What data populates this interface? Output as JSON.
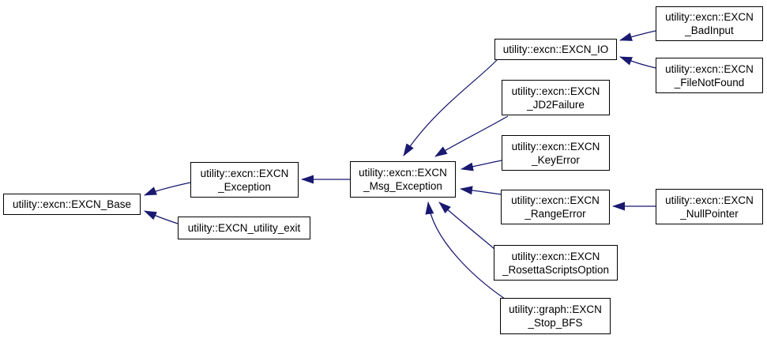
{
  "diagram_type": "class-inheritance-graph",
  "colors": {
    "arrow": "#191970",
    "node_border": "#000000",
    "node_fill": "#ffffff",
    "text": "#000000",
    "background": "#ffffff"
  },
  "nodes": [
    {
      "id": "excn-base",
      "label": "utility::excn::EXCN_Base"
    },
    {
      "id": "excn-exception",
      "label": "utility::excn::EXCN\n_Exception"
    },
    {
      "id": "excn-utility-exit",
      "label": "utility::EXCN_utility_exit"
    },
    {
      "id": "excn-msg-exception",
      "label": "utility::excn::EXCN\n_Msg_Exception"
    },
    {
      "id": "excn-io",
      "label": "utility::excn::EXCN_IO"
    },
    {
      "id": "excn-badinput",
      "label": "utility::excn::EXCN\n_BadInput"
    },
    {
      "id": "excn-filenotfound",
      "label": "utility::excn::EXCN\n_FileNotFound"
    },
    {
      "id": "excn-jd2failure",
      "label": "utility::excn::EXCN\n_JD2Failure"
    },
    {
      "id": "excn-keyerror",
      "label": "utility::excn::EXCN\n_KeyError"
    },
    {
      "id": "excn-rangeerror",
      "label": "utility::excn::EXCN\n_RangeError"
    },
    {
      "id": "excn-nullpointer",
      "label": "utility::excn::EXCN\n_NullPointer"
    },
    {
      "id": "excn-rosettascriptsoption",
      "label": "utility::excn::EXCN\n_RosettaScriptsOption"
    },
    {
      "id": "graph-excn-stop-bfs",
      "label": "utility::graph::EXCN\n_Stop_BFS"
    }
  ],
  "edges": [
    {
      "from": "excn-exception",
      "to": "excn-base"
    },
    {
      "from": "excn-utility-exit",
      "to": "excn-base"
    },
    {
      "from": "excn-msg-exception",
      "to": "excn-exception"
    },
    {
      "from": "excn-io",
      "to": "excn-msg-exception"
    },
    {
      "from": "excn-jd2failure",
      "to": "excn-msg-exception"
    },
    {
      "from": "excn-keyerror",
      "to": "excn-msg-exception"
    },
    {
      "from": "excn-rangeerror",
      "to": "excn-msg-exception"
    },
    {
      "from": "excn-rosettascriptsoption",
      "to": "excn-msg-exception"
    },
    {
      "from": "graph-excn-stop-bfs",
      "to": "excn-msg-exception"
    },
    {
      "from": "excn-badinput",
      "to": "excn-io"
    },
    {
      "from": "excn-filenotfound",
      "to": "excn-io"
    },
    {
      "from": "excn-nullpointer",
      "to": "excn-rangeerror"
    }
  ]
}
